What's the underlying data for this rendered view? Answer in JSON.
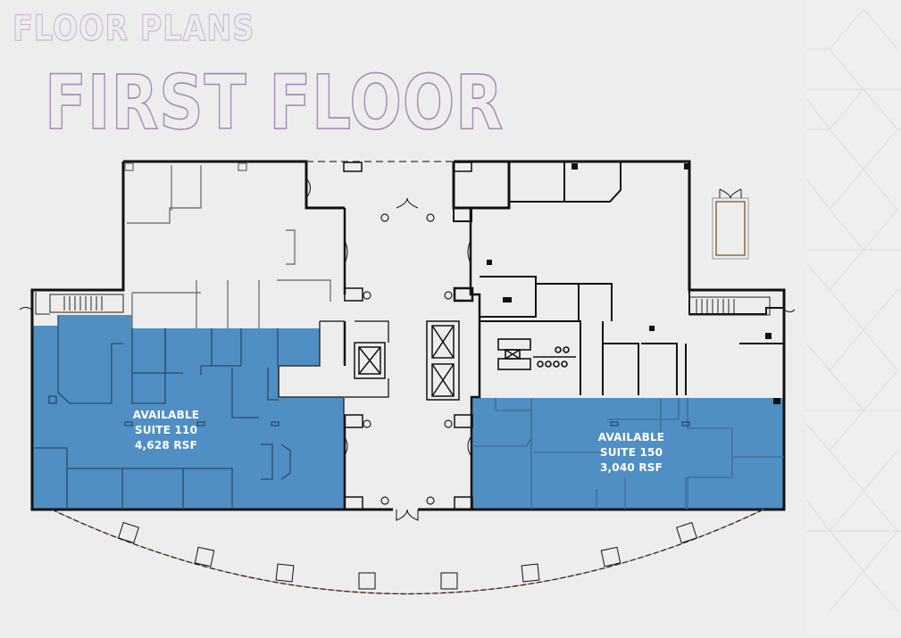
{
  "header": {
    "section_title": "FLOOR PLANS",
    "floor_title": "FIRST FLOOR"
  },
  "colors": {
    "background": "#ededed",
    "available_suite_fill": "#4f8fc3",
    "wall": "#111111",
    "interior_wall": "#555555",
    "title_gradient_start": "#c5cfd9",
    "title_gradient_end": "#8c5fa0"
  },
  "suites": [
    {
      "status": "AVAILABLE",
      "name": "SUITE 110",
      "area": "4,628 RSF"
    },
    {
      "status": "AVAILABLE",
      "name": "SUITE 150",
      "area": "3,040 RSF"
    }
  ],
  "icons": {
    "elevator": "elevator-icon",
    "stairs": "stairs-icon",
    "restroom": "restroom-icon",
    "door": "door-icon",
    "planter": "planter-icon"
  }
}
